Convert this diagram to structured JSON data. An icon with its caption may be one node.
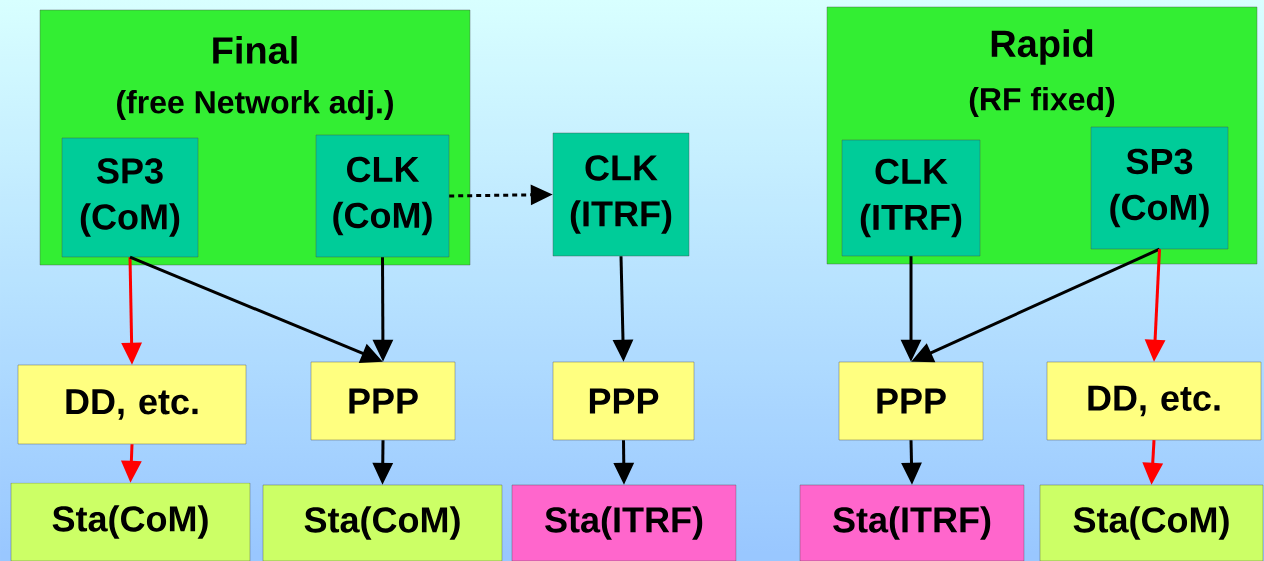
{
  "diagram": {
    "nodes": [
      {
        "text": [
          "Final",
          "(free Network adj.)"
        ]
      },
      {
        "text": [
          "SP3 (CoM)"
        ],
        "in": 0
      },
      {
        "text": [
          "CLK (CoM)"
        ],
        "in": 0
      },
      {
        "text": [
          "CLK (ITRF)"
        ]
      },
      {
        "text": [
          "Rapid",
          "(RF fixed)"
        ]
      },
      {
        "text": [
          "CLK (ITRF)"
        ],
        "in": 4
      },
      {
        "text": [
          "SP3 (CoM)"
        ],
        "in": 4
      },
      {
        "text": [
          "DD, etc."
        ]
      },
      {
        "text": [
          "PPP"
        ]
      },
      {
        "text": [
          "PPP"
        ]
      },
      {
        "text": [
          "PPP"
        ]
      },
      {
        "text": [
          "DD, etc."
        ]
      },
      {
        "text": [
          "Sta(CoM)"
        ]
      },
      {
        "text": [
          "Sta(CoM)"
        ]
      },
      {
        "text": [
          "Sta(ITRF)"
        ]
      },
      {
        "text": [
          "Sta(ITRF)"
        ]
      },
      {
        "text": [
          "Sta(CoM)"
        ]
      }
    ],
    "edges": [
      {
        "from": 2,
        "to": 3,
        "arrow": "to",
        "style": "dashed"
      },
      {
        "from": 1,
        "to": 7,
        "arrow": "to",
        "color": "#ff0000"
      },
      {
        "from": 1,
        "to": 8,
        "arrow": "to"
      },
      {
        "from": 2,
        "to": 8,
        "arrow": "to"
      },
      {
        "from": 3,
        "to": 9,
        "arrow": "to"
      },
      {
        "from": 5,
        "to": 10,
        "arrow": "to"
      },
      {
        "from": 6,
        "to": 10,
        "arrow": "to"
      },
      {
        "from": 6,
        "to": 11,
        "arrow": "to",
        "color": "#ff0000"
      },
      {
        "from": 7,
        "to": 12,
        "arrow": "to",
        "color": "#ff0000"
      },
      {
        "from": 8,
        "to": 13,
        "arrow": "to"
      },
      {
        "from": 9,
        "to": 14,
        "arrow": "to"
      },
      {
        "from": 10,
        "to": 15,
        "arrow": "to"
      },
      {
        "from": 11,
        "to": 16,
        "arrow": "to",
        "color": "#ff0000"
      }
    ]
  }
}
